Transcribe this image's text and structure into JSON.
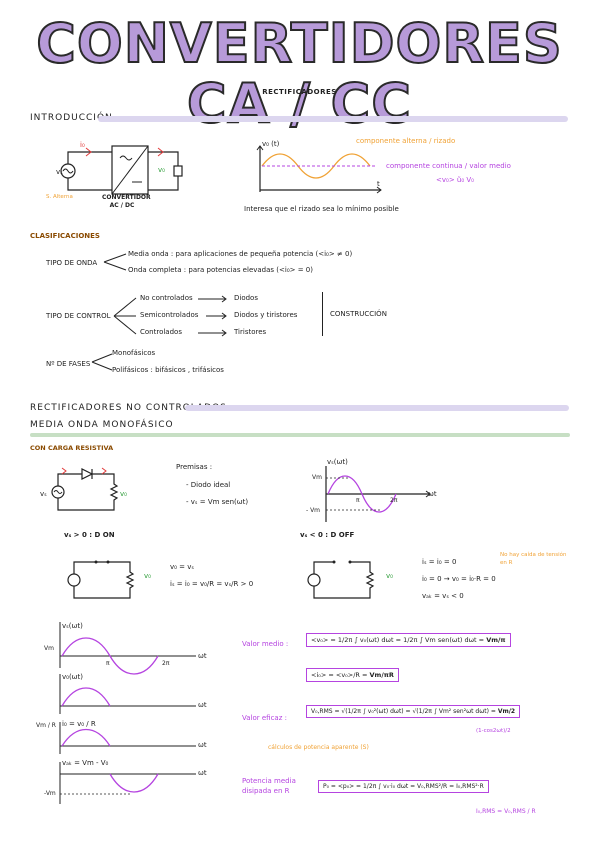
{
  "title": "CONVERTIDORES CA / CC",
  "subtitle": "RECTIFICADORES",
  "intro": {
    "heading": "INTRODUCCIÓN",
    "circuit_io": "i₀",
    "circuit_vs": "vₛ",
    "circuit_vo": "v₀",
    "source_label": "S. Alterna",
    "box_label": "CONVERTIDOR AC / DC",
    "plot_ylabel": "v₀ (t)",
    "plot_xlabel": "t",
    "ripple_label": "componente alterna / rizado",
    "dc_label": "componente continua / valor medio",
    "dc_notation": "<v₀> ũ₀ V₀",
    "note": "Interesa que el rizado sea lo mínimo posible"
  },
  "clasificaciones": {
    "heading": "CLASIFICACIONES",
    "tipo_onda": {
      "label": "TIPO DE ONDA",
      "items": [
        "Media onda : para aplicaciones de pequeña potencia  (<i₀> ≠ 0)",
        "Onda completa : para potencias elevadas   (<i₀> = 0)"
      ]
    },
    "tipo_control": {
      "label": "TIPO DE CONTROL",
      "items": [
        {
          "name": "No controlados",
          "device": "Diodos"
        },
        {
          "name": "Semicontrolados",
          "device": "Diodos y tiristores"
        },
        {
          "name": "Controlados",
          "device": "Tiristores"
        }
      ],
      "group": "CONSTRUCCIÓN"
    },
    "fases": {
      "label": "Nº DE FASES",
      "items": [
        "Monofásicos",
        "Polifásicos :  bifásicos , trifásicos"
      ]
    }
  },
  "rect": {
    "heading": "RECTIFICADORES NO CONTROLADOS",
    "subheading": "MEDIA ONDA MONOFÁSICO",
    "carga": "CON CARGA RESISTIVA",
    "premisas_title": "Premisas :",
    "premisas": [
      "- Diodo ideal",
      "- vₛ = Vm sen(ωt)"
    ],
    "plot1_ylabel": "vₛ(ωt)",
    "plot1_xlabel": "ωt",
    "plot1_vm": "Vm",
    "plot1_neg": "- Vm",
    "plot1_pi": "π",
    "plot1_2pi": "2π",
    "pos_case": "vₛ > 0 :  D ON",
    "neg_case": "vₛ < 0 :  D OFF",
    "pos_eq1": "v₀ = vₛ",
    "pos_eq2": "iₛ = i₀ = v₀/R = vₛ/R > 0",
    "neg_eq1": "iₛ = i₀ = 0",
    "neg_eq2": "i₀ = 0 → v₀ = i₀·R = 0",
    "neg_eq3": "vₐₖ = vₛ < 0",
    "neg_note": "No hay caída de tensión en R",
    "w1": "vₛ(ωt)",
    "w2": "v₀(ωt)",
    "w3": "i₀ = v₀ / R",
    "w3_level": "Vm / R",
    "w4": "vₐₖ = Vm - V₀",
    "w_vm": "Vm",
    "w_neg": "-Vm",
    "w_pi": "π",
    "w_2pi": "2π",
    "w_wt": "ωt",
    "valor_medio": "Valor medio :",
    "vm_eq": "<v₀> = 1/2π ∫ v₀(ωt) dωt = 1/2π ∫ Vm sen(ωt) dωt =",
    "vm_res": "Vm/π",
    "io_eq": "<i₀> = <v₀>/R =",
    "io_res": "Vm/πR",
    "valor_eficaz": "Valor eficaz :",
    "rms_eq": "V₀,RMS = √(1/2π ∫ v₀²(ωt) dωt) = √(1/2π ∫ Vm² sen²ωt dωt) =",
    "rms_res": "Vm/2",
    "rms_hint": "(1-cos2ωt)/2",
    "rms_note": "cálculos de potencia aparente (S)",
    "potencia_title": "Potencia media disipada en R",
    "pot_eq": "P₀ = <p₀> = 1/2π ∫ v₀·i₀ dωt = V₀,RMS²/R = I₀,RMS²·R",
    "pot_note": "I₀,RMS = V₀,RMS / R"
  },
  "colors": {
    "accent": "#b544e0",
    "orange": "#f0a235",
    "green": "#2f9e3a",
    "lavender": "#dcd6ef"
  }
}
